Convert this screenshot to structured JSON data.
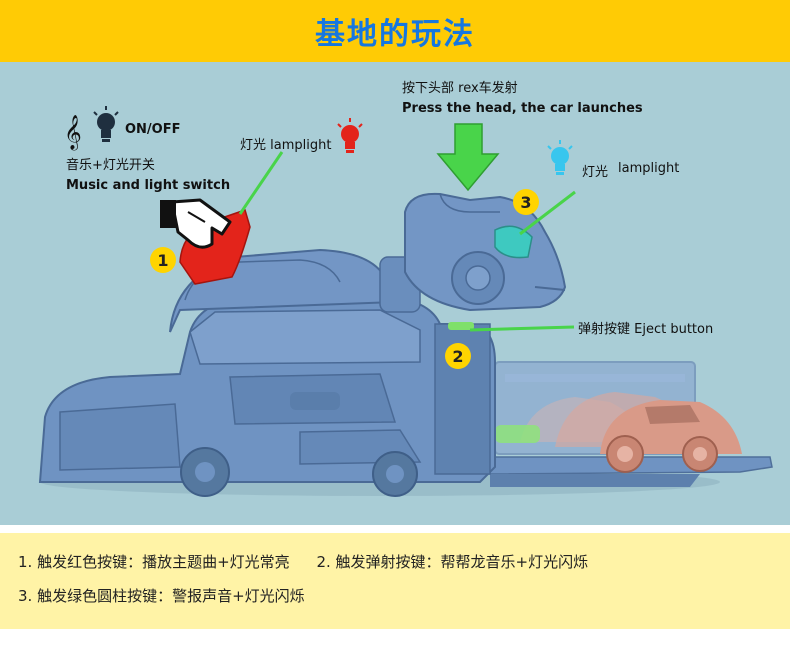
{
  "title": "基地的玩法",
  "labels": {
    "on_off": "ON/OFF",
    "music_light_cn": "音乐+灯光开关",
    "music_light_en": "Music and light switch",
    "lamp_red": "灯光 lamplight",
    "press_cn": "按下头部 rex车发射",
    "press_en": "Press the head, the car launches",
    "lamp_blue_cn": "灯光",
    "lamp_blue_en": "lamplight",
    "eject": "弹射按键 Eject button"
  },
  "badges": {
    "b1": "1",
    "b2": "2",
    "b3": "3"
  },
  "instructions": {
    "item1": "1. 触发红色按键：播放主题曲+灯光常亮",
    "item2": "2. 触发弹射按键：帮帮龙音乐+灯光闪烁",
    "item3": "3. 触发绿色圆柱按键：警报声音+灯光闪烁"
  },
  "icons": {
    "music": "treble-clef-icon",
    "light_dark": "lightbulb-icon",
    "light_red": "red-lightbulb-icon",
    "light_blue": "blue-lightbulb-icon",
    "arrow": "green-down-arrow-icon",
    "hand": "pointing-hand-icon"
  },
  "colors": {
    "title_bar": "#ffcb05",
    "title_text": "#1677e0",
    "background": "#a9cdd6",
    "toy_body": "#6f93c2",
    "red_button": "#e3241b",
    "green_accent": "#49d44a",
    "badge": "#ffd400",
    "footer": "#fff3a6"
  }
}
